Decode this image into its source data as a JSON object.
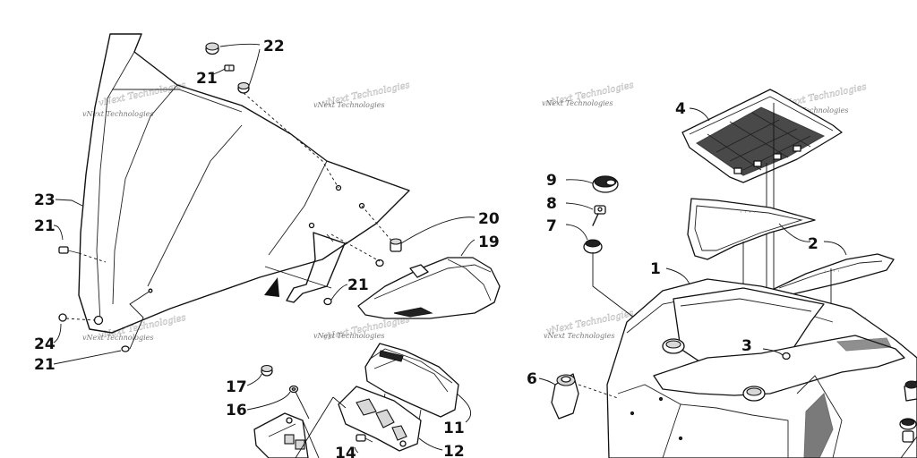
{
  "watermark": {
    "text": "vNext Technologies"
  },
  "callouts": {
    "c1": "1",
    "c2": "2",
    "c3": "3",
    "c4": "4",
    "c6": "6",
    "c7": "7",
    "c8": "8",
    "c9": "9",
    "c11": "11",
    "c12": "12",
    "c14": "14",
    "c16": "16",
    "c17": "17",
    "c19": "19",
    "c20": "20",
    "c21a": "21",
    "c21b": "21",
    "c21c": "21",
    "c21d": "21",
    "c22": "22",
    "c23": "23",
    "c24": "24"
  },
  "icons": {
    "arrow": "front-direction-arrow-icon"
  }
}
